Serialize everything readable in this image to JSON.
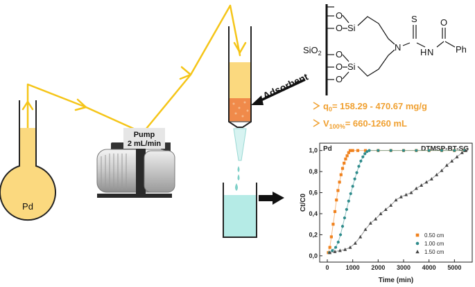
{
  "flask": {
    "label": "Pd"
  },
  "pump": {
    "label_line1": "Pump",
    "label_line2": "2 mL/min"
  },
  "adsorbent": {
    "label": "Adsorbent"
  },
  "structure": {
    "oxygen": "O",
    "silicon": "Si",
    "support": "SiO",
    "support_sub": "2",
    "nitrogen": "N",
    "thio_s": "S",
    "carbonyl_o": "O",
    "amide_h": "H",
    "amide_n": "N",
    "phenyl": "Ph"
  },
  "capacity": {
    "q_main": "q",
    "q_sub": "0",
    "q_value": "= 158.29 - 470.67 mg/g",
    "v_main": "V",
    "v_sub": "100%",
    "v_value": "= 660-1260 mL"
  },
  "colors": {
    "yellow_flow": "#f5c518",
    "solution": "#fbd97f",
    "adsorbent_bed": "#f08a4a",
    "eluate": "#b5ebe6",
    "series_a": "#f0821e",
    "series_b": "#2e8b8b",
    "series_c": "#444444"
  },
  "chart_data": {
    "type": "scatter",
    "corner_label": "Pd",
    "title": "DTMSP-BT-SG",
    "xlabel": "Time (min)",
    "ylabel": "Ct/C0",
    "xlim": [
      -300,
      5700
    ],
    "ylim": [
      -0.06,
      1.07
    ],
    "xticks": [
      0,
      1000,
      2000,
      3000,
      4000,
      5000
    ],
    "yticks": [
      0.0,
      0.2,
      0.4,
      0.6,
      0.8,
      1.0
    ],
    "ytick_labels": [
      "0,0",
      "0,2",
      "0,4",
      "0,6",
      "0,8",
      "1,0"
    ],
    "legend_position": "bottom-right",
    "series": [
      {
        "name": "0.50 cm",
        "marker": "square",
        "color": "#f0821e",
        "x": [
          40,
          100,
          160,
          230,
          300,
          360,
          420,
          480,
          540,
          600,
          660,
          720,
          780,
          840,
          900,
          1000,
          1200,
          1500,
          2000,
          2500,
          3000,
          3500,
          4000,
          4500,
          5000,
          5400
        ],
        "y": [
          0.03,
          0.08,
          0.18,
          0.3,
          0.42,
          0.53,
          0.62,
          0.7,
          0.77,
          0.83,
          0.88,
          0.92,
          0.95,
          0.98,
          1.0,
          1.0,
          1.0,
          1.0,
          1.0,
          1.0,
          1.0,
          1.0,
          1.0,
          1.0,
          1.0,
          1.0
        ]
      },
      {
        "name": "1.00 cm",
        "marker": "circle",
        "color": "#2e8b8b",
        "x": [
          80,
          200,
          330,
          430,
          520,
          600,
          680,
          760,
          840,
          920,
          1000,
          1080,
          1160,
          1240,
          1320,
          1400,
          1480,
          1560,
          1650,
          2000,
          2500,
          3000,
          3500,
          4000,
          4500,
          5000,
          5400
        ],
        "y": [
          0.03,
          0.05,
          0.08,
          0.13,
          0.2,
          0.28,
          0.36,
          0.44,
          0.52,
          0.59,
          0.66,
          0.73,
          0.79,
          0.85,
          0.9,
          0.94,
          0.97,
          0.99,
          1.0,
          1.0,
          1.0,
          1.0,
          1.0,
          1.0,
          1.0,
          1.0,
          1.0
        ]
      },
      {
        "name": "1.50 cm",
        "marker": "triangle",
        "color": "#444444",
        "x": [
          100,
          300,
          500,
          700,
          900,
          1100,
          1300,
          1500,
          1700,
          1900,
          2100,
          2300,
          2500,
          2700,
          2900,
          3100,
          3300,
          3500,
          3700,
          3900,
          4100,
          4300,
          4500,
          4700,
          4900,
          5100,
          5300,
          5450
        ],
        "y": [
          0.03,
          0.04,
          0.05,
          0.06,
          0.08,
          0.12,
          0.18,
          0.25,
          0.31,
          0.35,
          0.4,
          0.44,
          0.48,
          0.53,
          0.56,
          0.58,
          0.6,
          0.64,
          0.67,
          0.7,
          0.73,
          0.77,
          0.81,
          0.86,
          0.9,
          0.94,
          0.98,
          1.0
        ]
      }
    ]
  }
}
